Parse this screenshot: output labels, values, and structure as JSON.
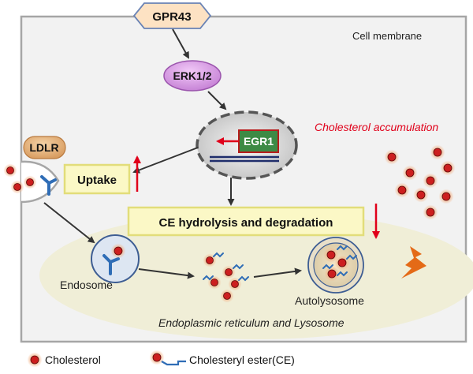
{
  "nodes": {
    "gpr43": "GPR43",
    "erk": "ERK1/2",
    "egr1": "EGR1",
    "ldlr": "LDLR",
    "uptake": "Uptake",
    "ce_box": "CE hydrolysis and degradation"
  },
  "labels": {
    "cell_membrane": "Cell membrane",
    "accumulation": "Cholesterol accumulation",
    "endosome": "Endosome",
    "autolysosome": "Autolysosome",
    "er_lysosome": "Endoplasmic reticulum and Lysosome"
  },
  "legend": {
    "cholesterol": "Cholesterol",
    "ce": "Cholesteryl ester(CE)"
  },
  "colors": {
    "membrane_fill": "#f2f2f2",
    "membrane_stroke": "#a6a6a6",
    "gpr43_fill": "#fde5c8",
    "erk_fill": "#d99be6",
    "ldlr_fill": "#e6b37a",
    "label_box_fill": "#fbf8c6",
    "label_box_stroke": "#e2dd7a",
    "er_fill": "#f1efd9",
    "egr1_fill": "#3d8a45",
    "arrow_red": "#e0001a",
    "dot_red": "#cc1f1f",
    "ce_blue": "#2f6db6",
    "lightning": "#e46a17",
    "accum_text": "#e0001a"
  }
}
